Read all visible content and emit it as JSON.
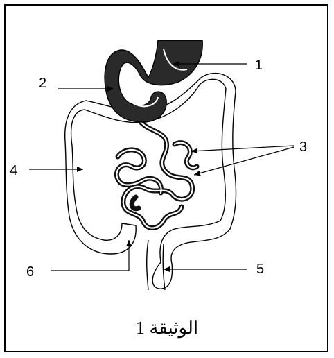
{
  "caption": "الوثيقة 1",
  "labels": {
    "l1": "1",
    "l2": "2",
    "l3": "3",
    "l4": "4",
    "l5": "5",
    "l6": "6"
  },
  "colors": {
    "ink": "#000000",
    "background": "#ffffff"
  }
}
